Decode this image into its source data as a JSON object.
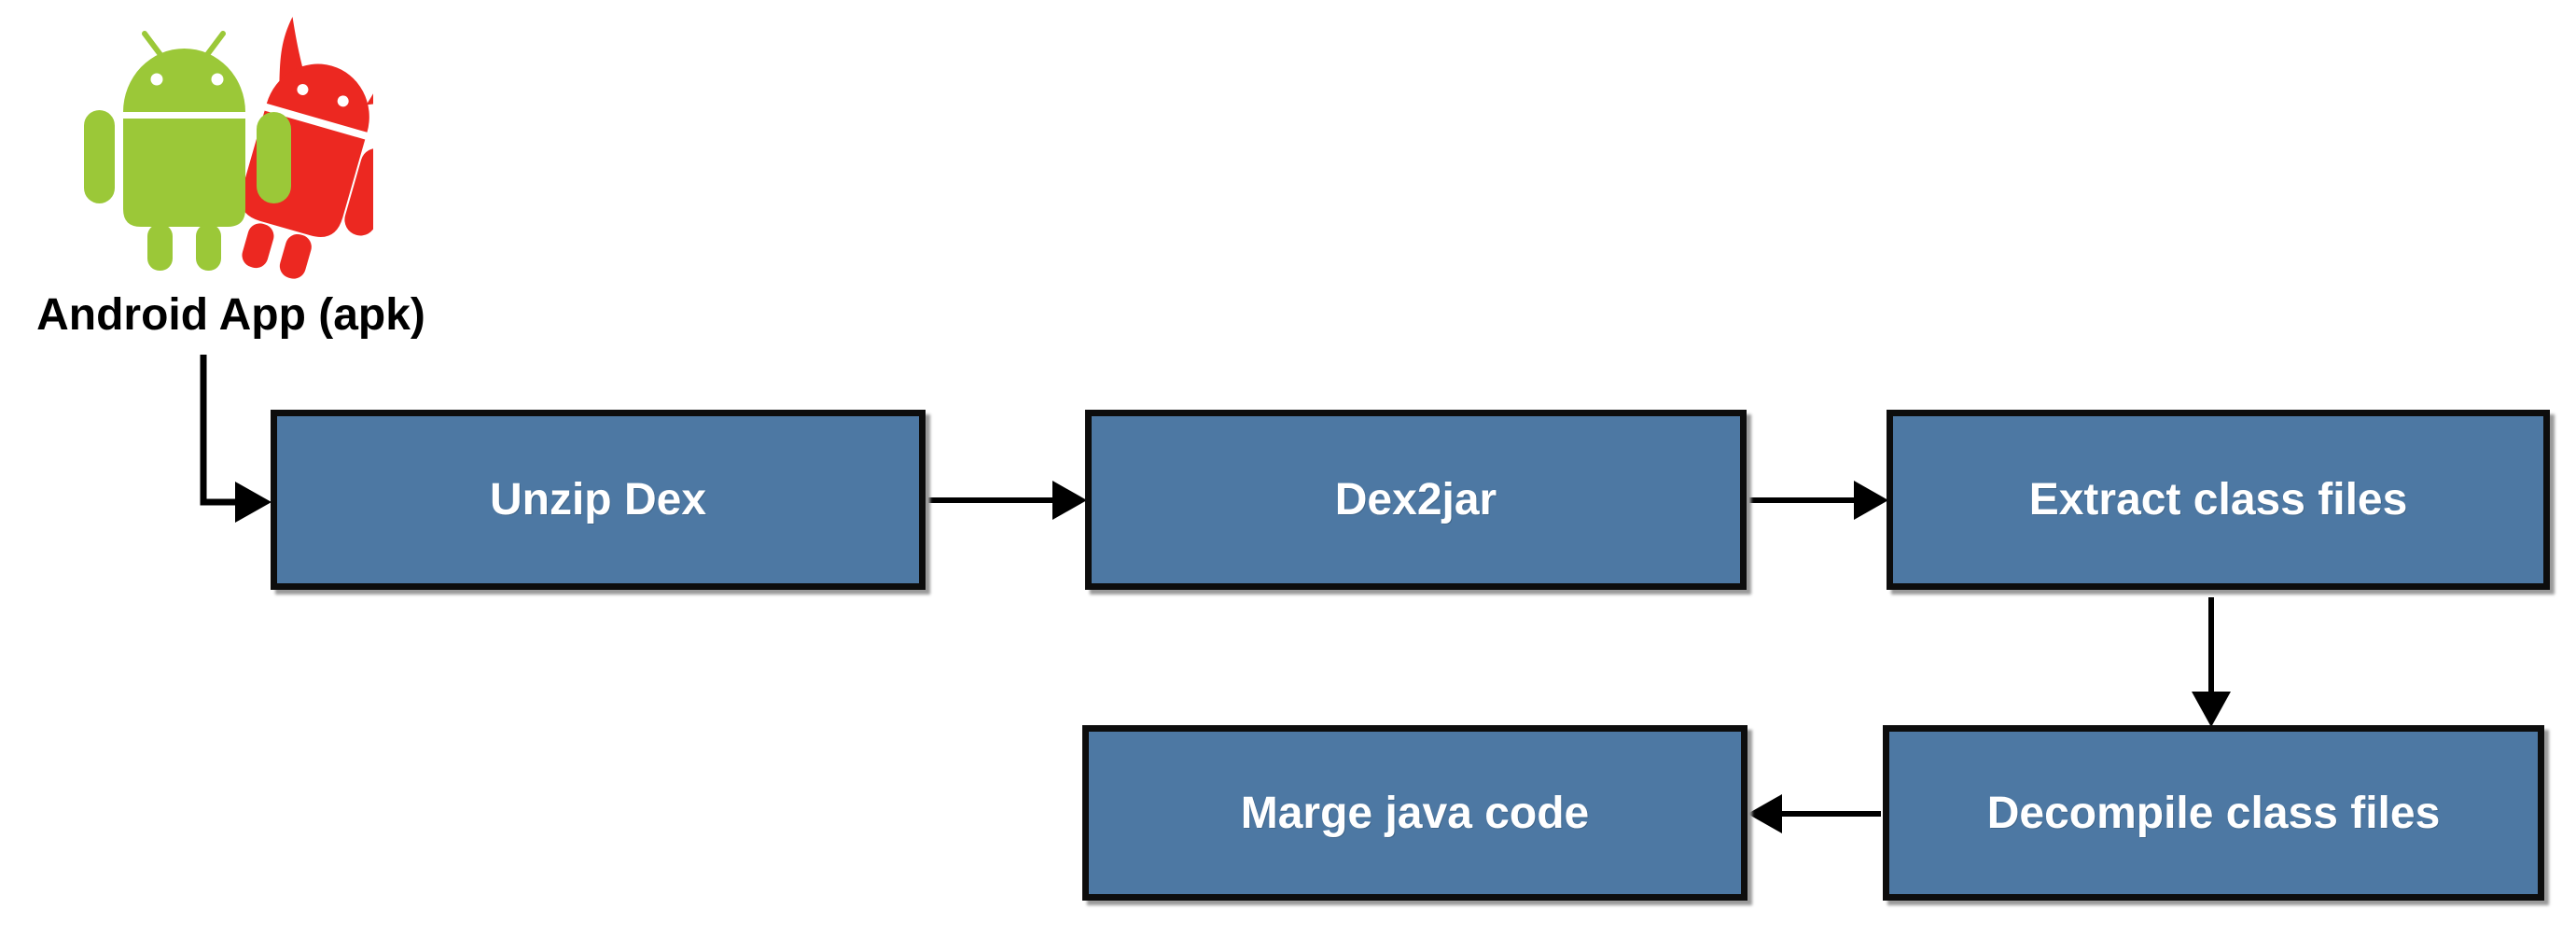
{
  "source": {
    "label": "Android App (apk)",
    "icon": "android-malware-icon"
  },
  "nodes": [
    {
      "id": "unzip-dex",
      "label": "Unzip Dex"
    },
    {
      "id": "dex2jar",
      "label": "Dex2jar"
    },
    {
      "id": "extract-class-files",
      "label": "Extract class files"
    },
    {
      "id": "marge-java-code",
      "label": "Marge java code"
    },
    {
      "id": "decompile-class-files",
      "label": "Decompile class files"
    }
  ],
  "edges": [
    {
      "from": "android-app-apk",
      "to": "unzip-dex"
    },
    {
      "from": "unzip-dex",
      "to": "dex2jar"
    },
    {
      "from": "dex2jar",
      "to": "extract-class-files"
    },
    {
      "from": "extract-class-files",
      "to": "decompile-class-files"
    },
    {
      "from": "decompile-class-files",
      "to": "marge-java-code"
    }
  ],
  "colors": {
    "node_fill": "#4d78a3",
    "node_border": "#0d0d0d",
    "node_text": "#ffffff",
    "label_text": "#000000",
    "arrow": "#000000",
    "android_green": "#9bc838",
    "devil_red": "#ec2821",
    "background": "#ffffff",
    "shadow": "#9a9a9a"
  }
}
